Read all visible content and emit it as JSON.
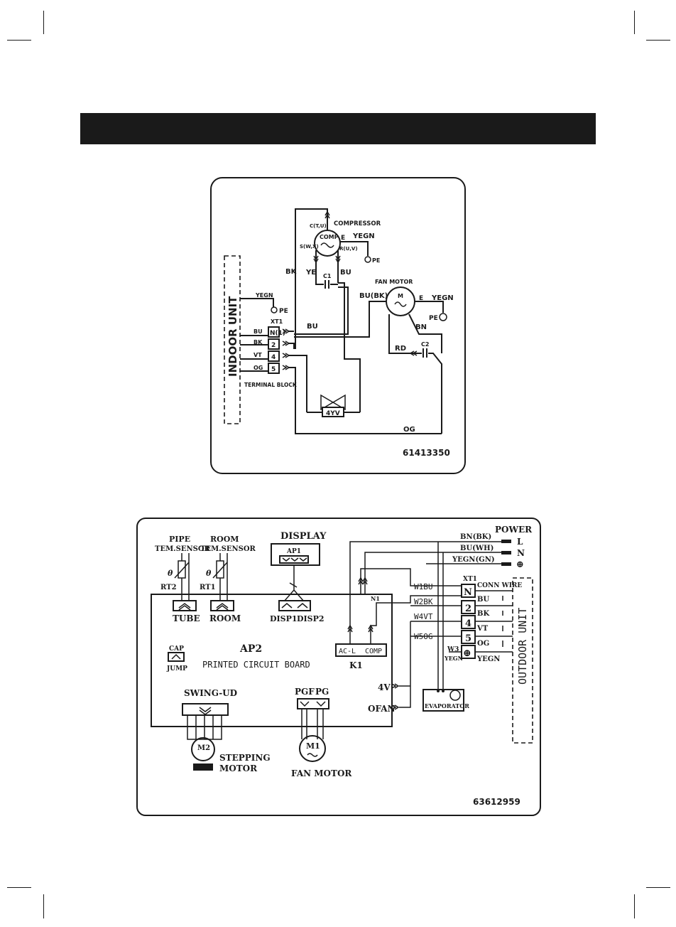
{
  "diagram1": {
    "compressor_label": "COMPRESSOR",
    "comp_label": "COMP",
    "c_terminal": "C(T,U)",
    "s_terminal": "S(W,X)",
    "r_terminal": "R(U,V)",
    "e_label": "E",
    "e_label2": "E",
    "yegn_comp": "YEGN",
    "pe_comp": "PE",
    "capacitor_c1": "C1",
    "bk": "BK",
    "ye": "YE",
    "bu": "BU",
    "fan_motor_label": "FAN MOTOR",
    "motor_m": "M",
    "bu_bk": "BU(BK)",
    "yegn_fan": "YEGN",
    "pe_fan": "PE",
    "bn": "BN",
    "rd": "RD",
    "capacitor_c2": "C2",
    "indoor_unit": "INDOOR UNIT",
    "yegn_indoor": "YEGN",
    "pe_indoor": "PE",
    "xt1": "XT1",
    "wire_bu_left": "BU",
    "wire_bk_left": "BK",
    "wire_vt_left": "VT",
    "wire_og_left": "OG",
    "wire_bu_right": "BU",
    "terminals": [
      "N(1)",
      "2",
      "4",
      "5"
    ],
    "terminal_block": "TERMINAL  BLOCK",
    "valve_label": "4YV",
    "og_bottom": "OG",
    "code": "61413350"
  },
  "diagram2": {
    "pipe_sensor_1": "PIPE",
    "pipe_sensor_2": "TEM.SENSOR",
    "room_sensor_1": "ROOM",
    "room_sensor_2": "TEM.SENSOR",
    "theta_1": "θ",
    "theta_2": "θ",
    "rt2": "RT2",
    "rt1": "RT1",
    "tube": "TUBE",
    "room": "ROOM",
    "display": "DISPLAY",
    "ap1": "AP1",
    "disp1": "DISP1",
    "disp2": "DISP2",
    "cap": "CAP",
    "jump": "JUMP",
    "ap2": "AP2",
    "pcb": "PRINTED CIRCUIT BOARD",
    "ac_l": "AC-L",
    "comp_relay": "COMP",
    "k1": "K1",
    "n1": "N1",
    "swing_ud": "SWING-UD",
    "m2": "M2",
    "stepping_1": "STEPPING",
    "stepping_2": "MOTOR",
    "pgf": "PGF",
    "pg": "PG",
    "m1": "M1",
    "fan_motor": "FAN MOTOR",
    "power": "POWER",
    "bn_bk": "BN(BK)",
    "bu_wh": "BU(WH)",
    "yegn_gn": "YEGN(GN)",
    "power_l": "L",
    "power_n": "N",
    "power_pe": "⊕",
    "xt1": "XT1",
    "conn_wire": "CONN WIRE",
    "w1bu": "W1BU",
    "w2bk": "W2BK",
    "w4vt": "W4VT",
    "w5og": "W5OG",
    "w3": "W3",
    "w3_yegn": "YEGN",
    "terminals": [
      "N",
      "2",
      "4",
      "5",
      "⊕"
    ],
    "out_wires": [
      "BU",
      "BK",
      "VT",
      "OG",
      "YEGN"
    ],
    "label_4v": "4V",
    "label_ofan": "OFAN",
    "evaporator": "EVAPORATOR",
    "outdoor_unit": "OUTDOOR UNIT",
    "code": "63612959"
  }
}
